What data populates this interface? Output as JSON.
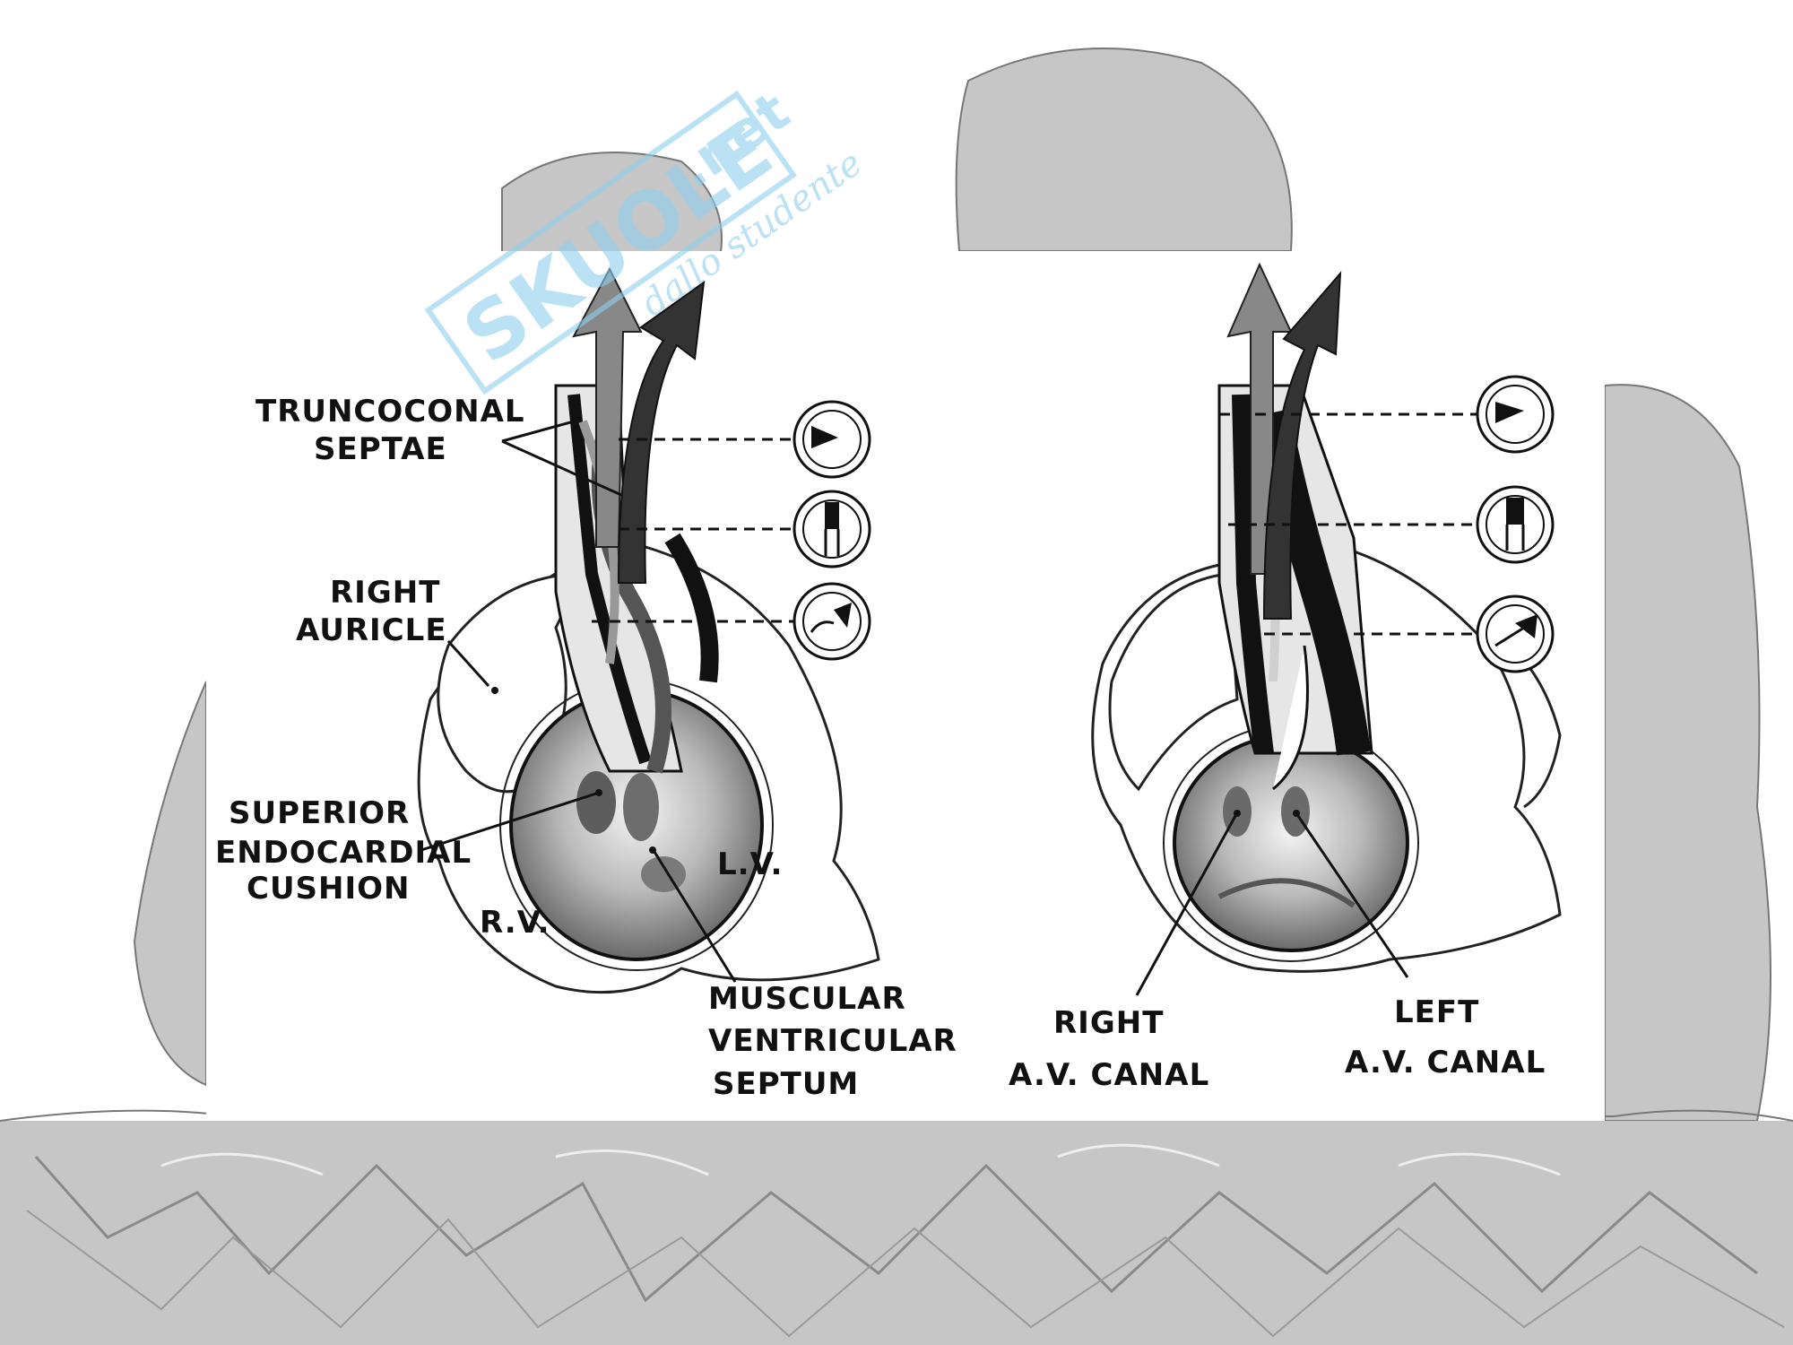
{
  "watermark": {
    "brand": "SKUOLE",
    "domain": ".net",
    "tagline": "dallo studente"
  },
  "left_diagram": {
    "labels": {
      "truncoconal_1": "TRUNCOCONAL",
      "truncoconal_2": "SEPTAE",
      "right_auricle_1": "RIGHT",
      "right_auricle_2": "AURICLE",
      "superior_1": "SUPERIOR",
      "superior_2": "ENDOCARDIAL",
      "superior_3": "CUSHION",
      "rv": "R.V.",
      "lv": "L.V.",
      "muscular_1": "MUSCULAR",
      "muscular_2": "VENTRICULAR",
      "muscular_3": "SEPTUM"
    }
  },
  "right_diagram": {
    "labels": {
      "right_canal_1": "RIGHT",
      "right_canal_2": "A.V. CANAL",
      "left_canal_1": "LEFT",
      "left_canal_2": "A.V. CANAL"
    }
  },
  "colors": {
    "background_grey": "#c6c6c6",
    "panel": "#ffffff",
    "ink": "#111111",
    "watermark": "#8fd0ee"
  }
}
